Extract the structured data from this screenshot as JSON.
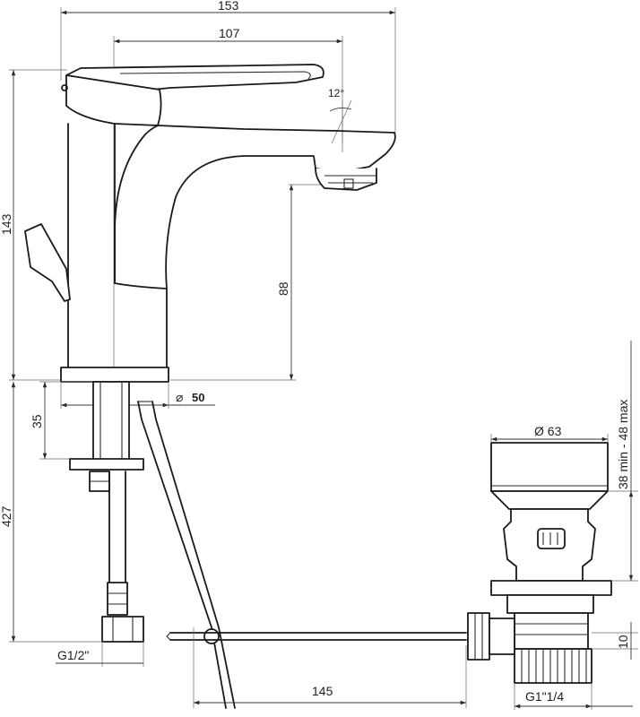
{
  "dimensions": {
    "total_width": "153",
    "spout_reach": "107",
    "spout_angle": "12°",
    "total_height": "143",
    "spout_height": "88",
    "base_diameter_symbol": "⌀",
    "base_diameter_value": "50",
    "deck_thickness": "35",
    "hose_length": "427",
    "hose_thread": "G1/2\"",
    "waste_rod_length": "145",
    "waste_plug_diameter": "Ø 63",
    "basin_thickness_range": "38 min - 48 max",
    "waste_offset": "10",
    "waste_thread": "G1\"1/4"
  },
  "colors": {
    "line": "#1a1a1a",
    "dimension": "#3a3a3a",
    "background": "#ffffff"
  }
}
